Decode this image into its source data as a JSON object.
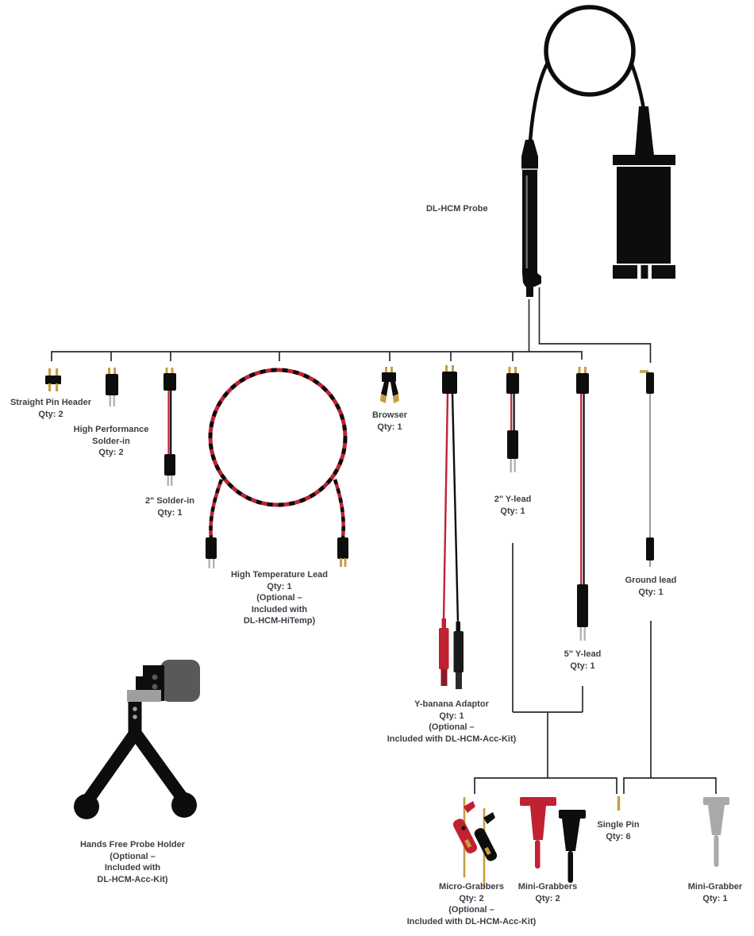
{
  "probe": {
    "label": "DL-HCM Probe"
  },
  "colors": {
    "black": "#0d0d0d",
    "gold": "#c79d43",
    "red": "#c02231",
    "dark_red": "#8e1b26",
    "silver": "#b3b3b3",
    "gray": "#a9a9a9",
    "holder_gray": "#59595c",
    "line": "#2a292d",
    "text": "#3e3d46"
  },
  "items": {
    "straight_pin_header": {
      "lines": [
        "Straight Pin Header",
        "Qty: 2"
      ]
    },
    "high_performance_solder_in": {
      "lines": [
        "High Performance",
        "Solder-in",
        "Qty: 2"
      ]
    },
    "solder_in_2in": {
      "lines": [
        "2\" Solder-in",
        "Qty: 1"
      ]
    },
    "high_temperature_lead": {
      "lines": [
        "High Temperature Lead",
        "Qty: 1",
        "(Optional –",
        "Included with",
        "DL-HCM-HiTemp)"
      ]
    },
    "browser": {
      "lines": [
        "Browser",
        "Qty: 1"
      ]
    },
    "y_banana_adaptor": {
      "lines": [
        "Y-banana Adaptor",
        "Qty: 1",
        "(Optional –",
        "Included with DL-HCM-Acc-Kit)"
      ]
    },
    "y_lead_2in": {
      "lines": [
        "2\" Y-lead",
        "Qty: 1"
      ]
    },
    "y_lead_5in": {
      "lines": [
        "5\" Y-lead",
        "Qty: 1"
      ]
    },
    "ground_lead": {
      "lines": [
        "Ground lead",
        "Qty: 1"
      ]
    },
    "hands_free_probe_holder": {
      "lines": [
        "Hands Free Probe Holder",
        "(Optional –",
        "Included with",
        "DL-HCM-Acc-Kit)"
      ]
    },
    "micro_grabbers": {
      "lines": [
        "Micro-Grabbers",
        "Qty: 2",
        "(Optional –",
        "Included with DL-HCM-Acc-Kit)"
      ]
    },
    "mini_grabbers": {
      "lines": [
        "Mini-Grabbers",
        "Qty: 2"
      ]
    },
    "single_pin": {
      "lines": [
        "Single Pin",
        "Qty: 6"
      ]
    },
    "mini_grabber": {
      "lines": [
        "Mini-Grabber",
        "Qty: 1"
      ]
    }
  }
}
